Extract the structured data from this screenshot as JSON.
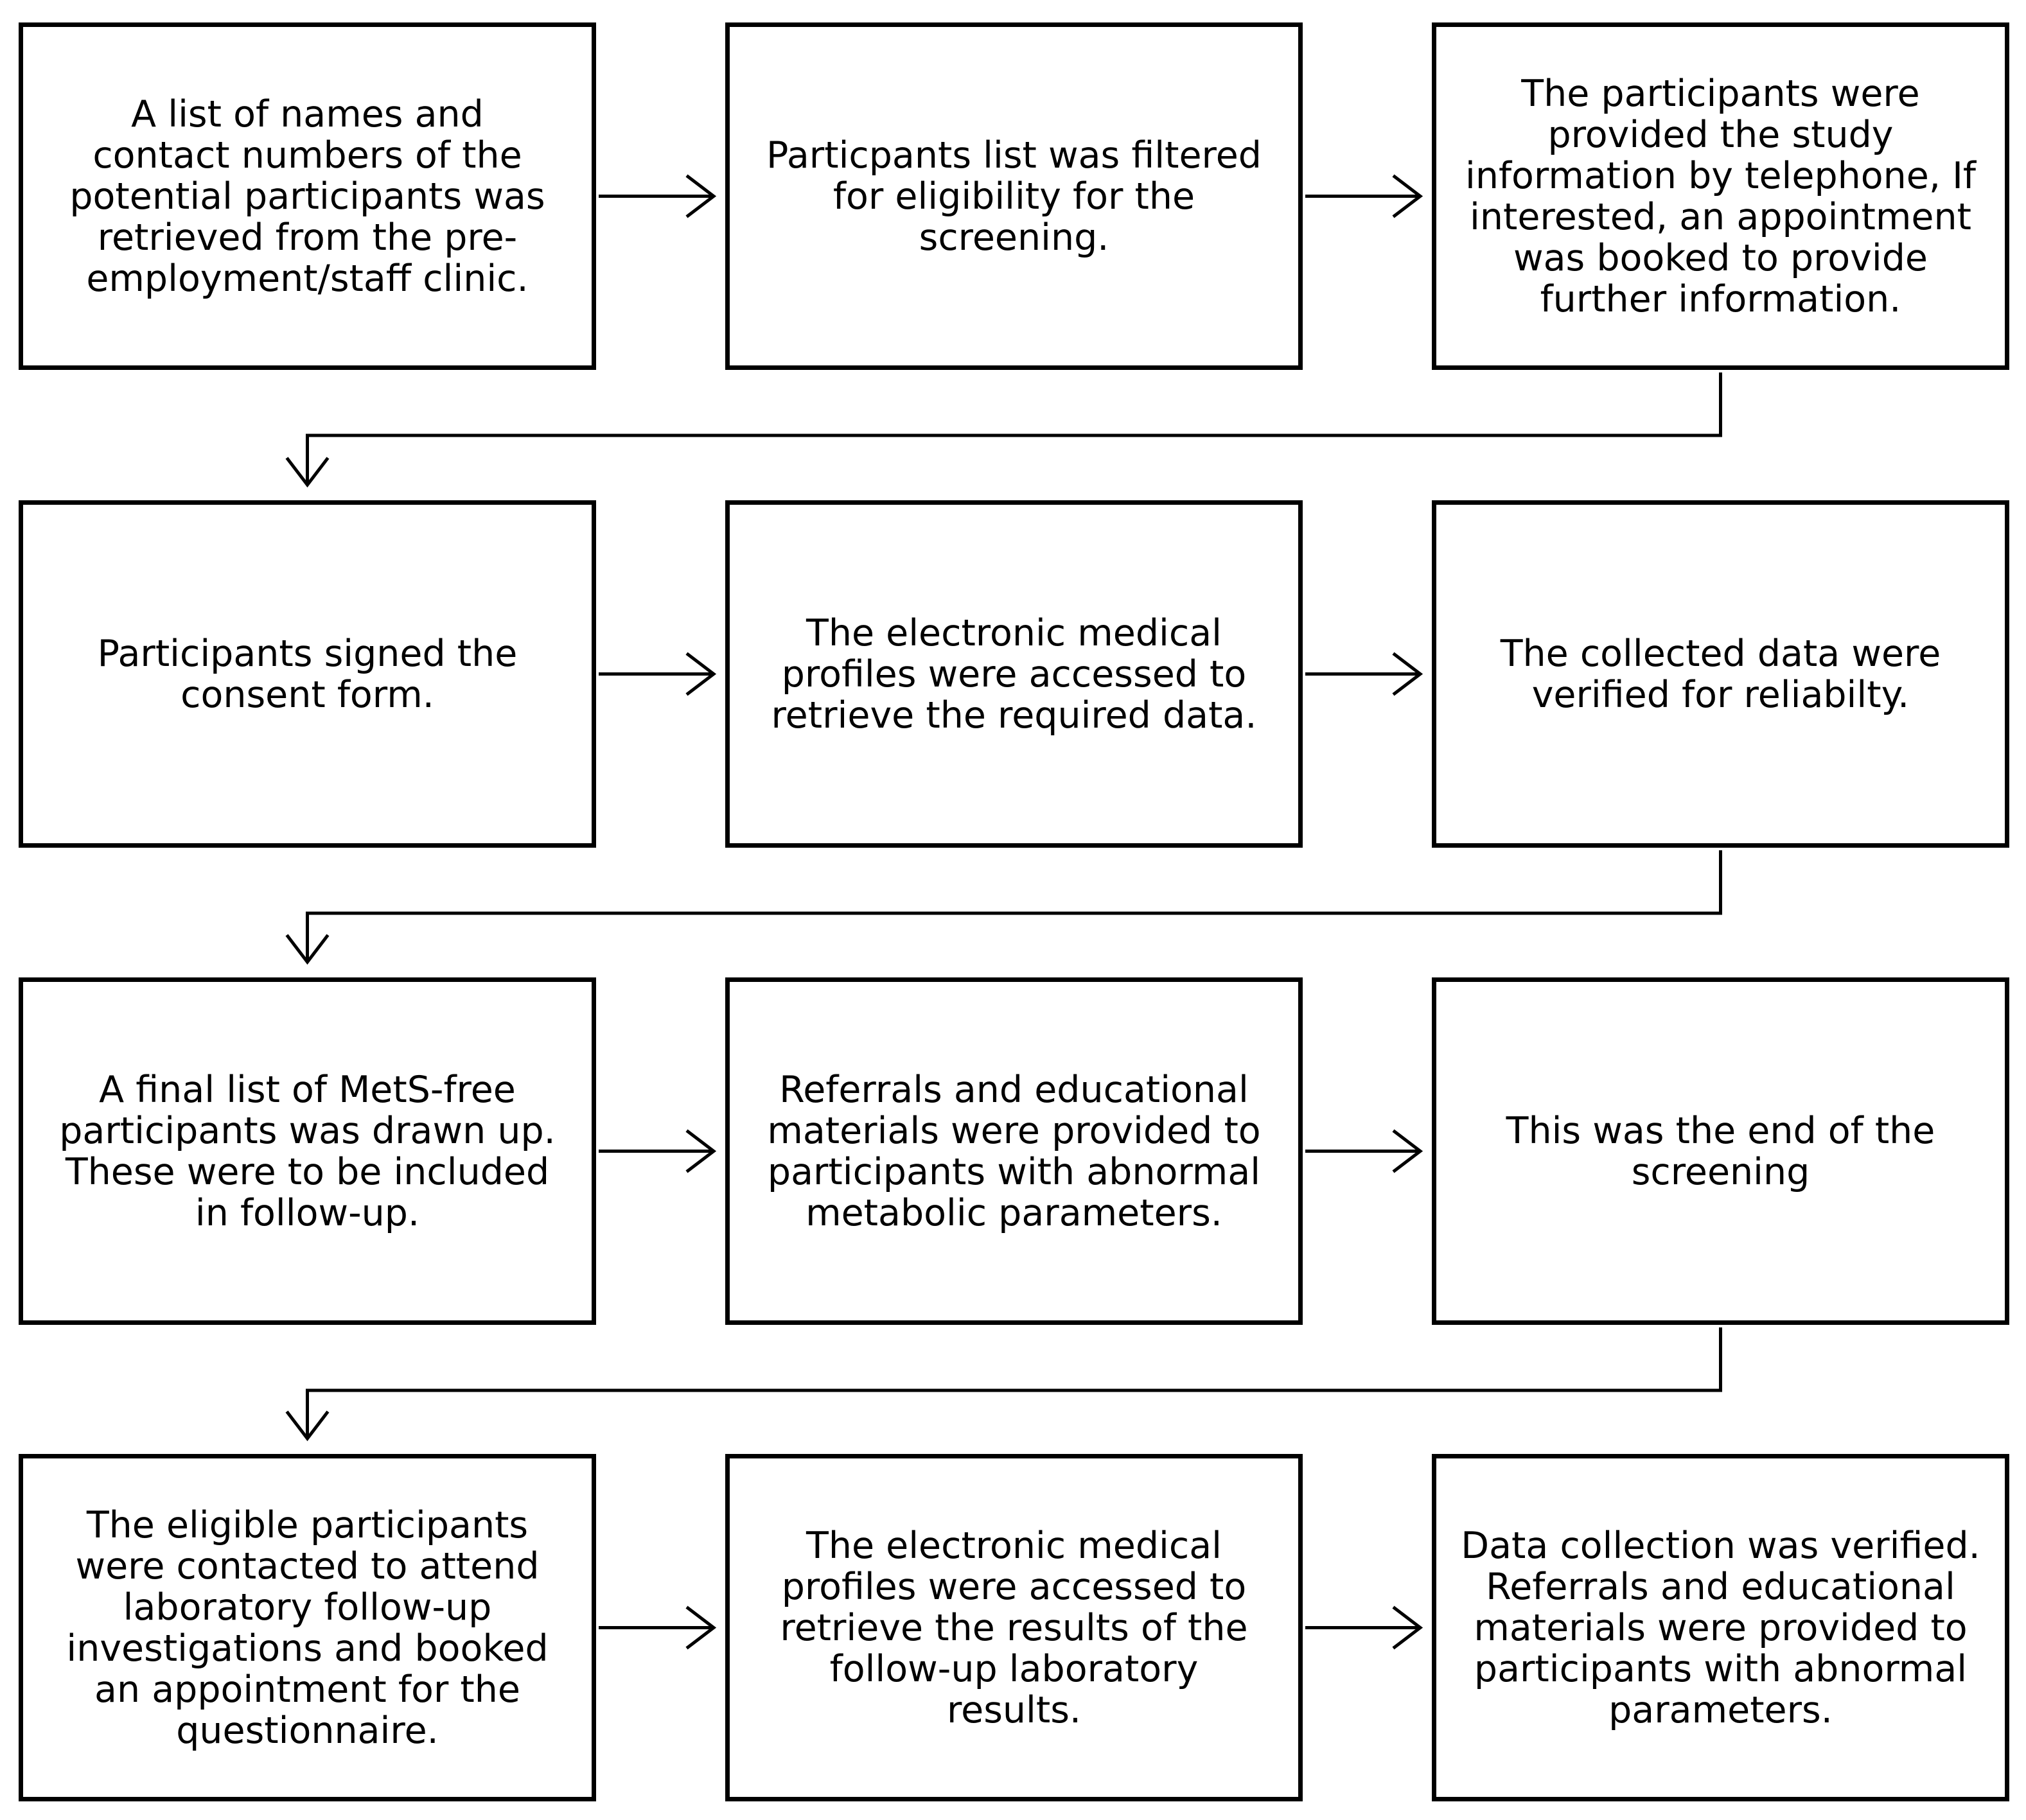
{
  "diagram": {
    "colors": {
      "stroke": "#000000",
      "box_fill": "#ffffff",
      "text": "#000000"
    },
    "steps": [
      {
        "id": "step-1",
        "text": "A list of names  and\ncontact numbers of the\npotential participants was\nretrieved from the pre-\nemployment/staff clinic."
      },
      {
        "id": "step-2",
        "text": "Particpants list was filtered\nfor eligibility for the\nscreening."
      },
      {
        "id": "step-3",
        "text": "The participants  were\nprovided the study\ninformation by telephone, If\ninterested, an appointment\nwas booked to provide\nfurther information."
      },
      {
        "id": "step-4",
        "text": "Participants signed the\nconsent form."
      },
      {
        "id": "step-5",
        "text": "The electronic medical\nprofiles were accessed to\nretrieve the required data."
      },
      {
        "id": "step-6",
        "text": "The collected data were\nverified for reliabilty."
      },
      {
        "id": "step-7",
        "text": "A final list of MetS-free\nparticipants was drawn up.\nThese were to be included\nin follow-up."
      },
      {
        "id": "step-8",
        "text": "Referrals and educational\nmaterials were provided to\nparticipants with abnormal\nmetabolic parameters."
      },
      {
        "id": "step-9",
        "text": "This was the end of  the\nscreening"
      },
      {
        "id": "step-10",
        "text": "The eligible participants\nwere contacted to attend\nlaboratory follow-up\ninvestigations and booked\nan appointment for the\nquestionnaire."
      },
      {
        "id": "step-11",
        "text": "The electronic medical\nprofiles were accessed to\nretrieve the results  of the\nfollow-up laboratory\nresults."
      },
      {
        "id": "step-12",
        "text": "Data collection was verified.\nReferrals and educational\nmaterials were provided to\nparticipants with abnormal\nparameters."
      }
    ],
    "edges": [
      {
        "from": "step-1",
        "to": "step-2"
      },
      {
        "from": "step-2",
        "to": "step-3"
      },
      {
        "from": "step-3",
        "to": "step-4"
      },
      {
        "from": "step-4",
        "to": "step-5"
      },
      {
        "from": "step-5",
        "to": "step-6"
      },
      {
        "from": "step-6",
        "to": "step-7"
      },
      {
        "from": "step-7",
        "to": "step-8"
      },
      {
        "from": "step-8",
        "to": "step-9"
      },
      {
        "from": "step-9",
        "to": "step-10"
      },
      {
        "from": "step-10",
        "to": "step-11"
      },
      {
        "from": "step-11",
        "to": "step-12"
      }
    ]
  }
}
